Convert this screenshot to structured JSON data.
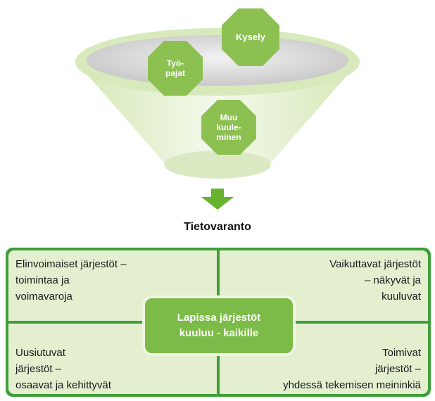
{
  "funnel": {
    "items": [
      {
        "id": "kysely",
        "label": "Kysely"
      },
      {
        "id": "tyopajat",
        "label": "Työ-\npajat"
      },
      {
        "id": "muu",
        "label": "Muu\nkuule-\nminen"
      }
    ]
  },
  "output_label": "Tietovaranto",
  "matrix": {
    "top_left": "Elinvoimaiset järjestöt –\ntoimintaa ja\nvoimavaroja",
    "top_right": "Vaikuttavat järjestöt\n– näkyvät ja\nkuuluvat",
    "bottom_left": "Uusiutuvat\njärjestöt –\nosaavat ja kehittyvät",
    "bottom_right": "Toimivat\njärjestöt –\nyhdessä tekemisen meininkiä",
    "center": "Lapissa järjestöt\nkuuluu - kaikille"
  },
  "colors": {
    "funnel_light": "#e6f1d2",
    "octagon_green": "#8cc152",
    "arrow_green": "#66b32e",
    "frame_green": "#3f9f3a",
    "cell_bg": "#e3efcf",
    "center_green": "#7cbb47"
  }
}
